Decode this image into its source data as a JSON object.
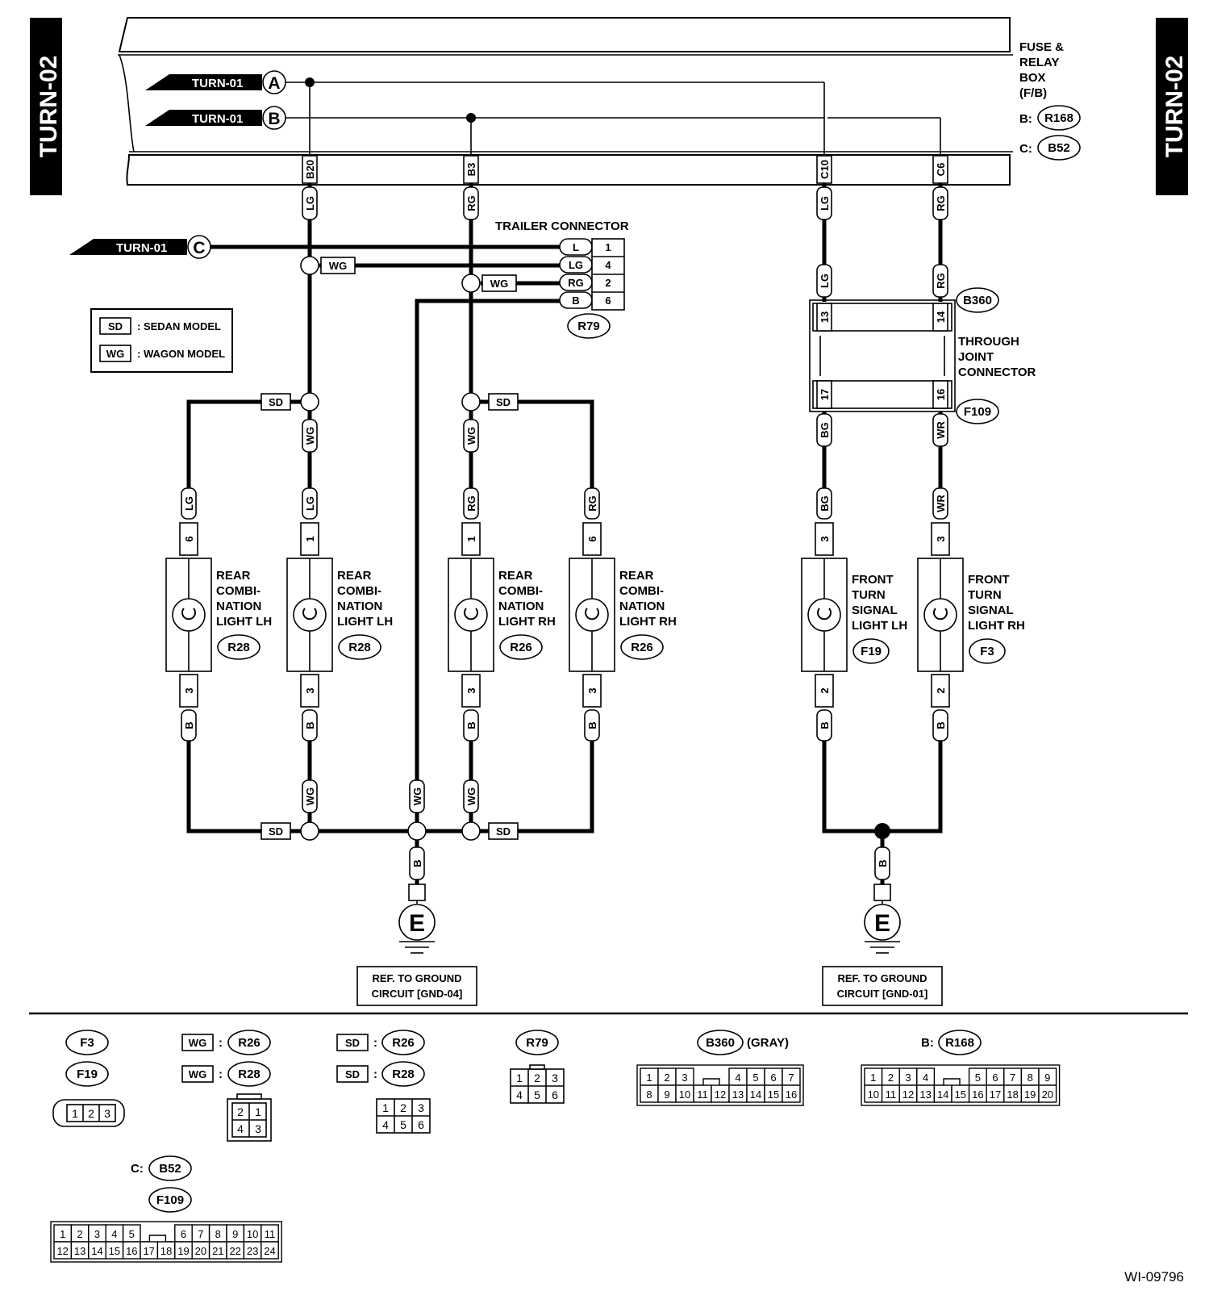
{
  "page_tag": "TURN-02",
  "drawing_id": "WI-09796",
  "fuse_box": {
    "lines": [
      "FUSE &",
      "RELAY",
      "BOX",
      "(F/B)"
    ],
    "b_prefix": "B:",
    "b_conn": "R168",
    "c_prefix": "C:",
    "c_conn": "B52"
  },
  "inputs": [
    {
      "ref": "TURN-01",
      "letter": "A"
    },
    {
      "ref": "TURN-01",
      "letter": "B"
    },
    {
      "ref": "TURN-01",
      "letter": "C"
    }
  ],
  "terminals": {
    "t1": "B20",
    "t2": "B3",
    "t3": "C10",
    "t4": "C6"
  },
  "wire_colors": {
    "lg": "LG",
    "rg": "RG",
    "wg": "WG",
    "b": "B",
    "bg": "BG",
    "wr": "WR",
    "l": "L"
  },
  "legend": {
    "sd_tag": "SD",
    "sd_text": ": SEDAN MODEL",
    "wg_tag": "WG",
    "wg_text": ": WAGON MODEL"
  },
  "trailer": {
    "title": "TRAILER CONNECTOR",
    "conn": "R79",
    "rows": [
      {
        "color": "L",
        "pin": "1"
      },
      {
        "color": "LG",
        "pin": "4"
      },
      {
        "color": "RG",
        "pin": "2"
      },
      {
        "color": "B",
        "pin": "6"
      }
    ]
  },
  "joint": {
    "lines": [
      "THROUGH",
      "JOINT",
      "CONNECTOR"
    ],
    "top_conn": "B360",
    "bottom_conn": "F109",
    "pins": {
      "p13": "13",
      "p14": "14",
      "p17": "17",
      "p16": "16"
    }
  },
  "lamps": [
    {
      "lines": [
        "REAR",
        "COMBI-",
        "NATION",
        "LIGHT LH"
      ],
      "conn": "R28",
      "pin_top": "6",
      "pin_bottom": "3",
      "wire_top": "LG",
      "wire_bottom": "B"
    },
    {
      "lines": [
        "REAR",
        "COMBI-",
        "NATION",
        "LIGHT LH"
      ],
      "conn": "R28",
      "pin_top": "1",
      "pin_bottom": "3",
      "wire_top": "LG",
      "wire_bottom": "B"
    },
    {
      "lines": [
        "REAR",
        "COMBI-",
        "NATION",
        "LIGHT RH"
      ],
      "conn": "R26",
      "pin_top": "1",
      "pin_bottom": "3",
      "wire_top": "RG",
      "wire_bottom": "B"
    },
    {
      "lines": [
        "REAR",
        "COMBI-",
        "NATION",
        "LIGHT RH"
      ],
      "conn": "R26",
      "pin_top": "6",
      "pin_bottom": "3",
      "wire_top": "RG",
      "wire_bottom": "B"
    },
    {
      "lines": [
        "FRONT",
        "TURN",
        "SIGNAL",
        "LIGHT LH"
      ],
      "conn": "F19",
      "pin_top": "3",
      "pin_bottom": "2",
      "wire_top": "BG",
      "wire_bottom": "B"
    },
    {
      "lines": [
        "FRONT",
        "TURN",
        "SIGNAL",
        "LIGHT RH"
      ],
      "conn": "F3",
      "pin_top": "3",
      "pin_bottom": "2",
      "wire_top": "WR",
      "wire_bottom": "B"
    }
  ],
  "grounds": [
    {
      "symbol": "E",
      "ref_lines": [
        "REF. TO GROUND",
        "CIRCUIT [GND-04]"
      ],
      "wire": "B"
    },
    {
      "symbol": "E",
      "ref_lines": [
        "REF. TO GROUND",
        "CIRCUIT [GND-01]"
      ],
      "wire": "B"
    }
  ],
  "connector_views": {
    "f3": "F3",
    "f19": "F19",
    "f_pins": [
      "1",
      "2",
      "3"
    ],
    "wg": "WG",
    "sd": "SD",
    "colon": ":",
    "r26": "R26",
    "r28": "R28",
    "pins4": [
      "2",
      "1",
      "4",
      "3"
    ],
    "pins6": [
      "1",
      "2",
      "3",
      "4",
      "5",
      "6"
    ],
    "r79": "R79",
    "b360": "B360",
    "b360_note": "(GRAY)",
    "b360_top": [
      "1",
      "2",
      "3",
      "4",
      "5",
      "6",
      "7"
    ],
    "b360_bottom": [
      "8",
      "9",
      "10",
      "11",
      "12",
      "13",
      "14",
      "15",
      "16"
    ],
    "r168_prefix": "B:",
    "r168": "R168",
    "r168_top": [
      "1",
      "2",
      "3",
      "4",
      "5",
      "6",
      "7",
      "8",
      "9"
    ],
    "r168_bottom": [
      "10",
      "11",
      "12",
      "13",
      "14",
      "15",
      "16",
      "17",
      "18",
      "19",
      "20"
    ],
    "b52_prefix": "C:",
    "b52": "B52",
    "f109": "F109",
    "b52_top": [
      "1",
      "2",
      "3",
      "4",
      "5",
      "6",
      "7",
      "8",
      "9",
      "10",
      "11"
    ],
    "b52_bottom": [
      "12",
      "13",
      "14",
      "15",
      "16",
      "17",
      "18",
      "19",
      "20",
      "21",
      "22",
      "23",
      "24"
    ]
  }
}
